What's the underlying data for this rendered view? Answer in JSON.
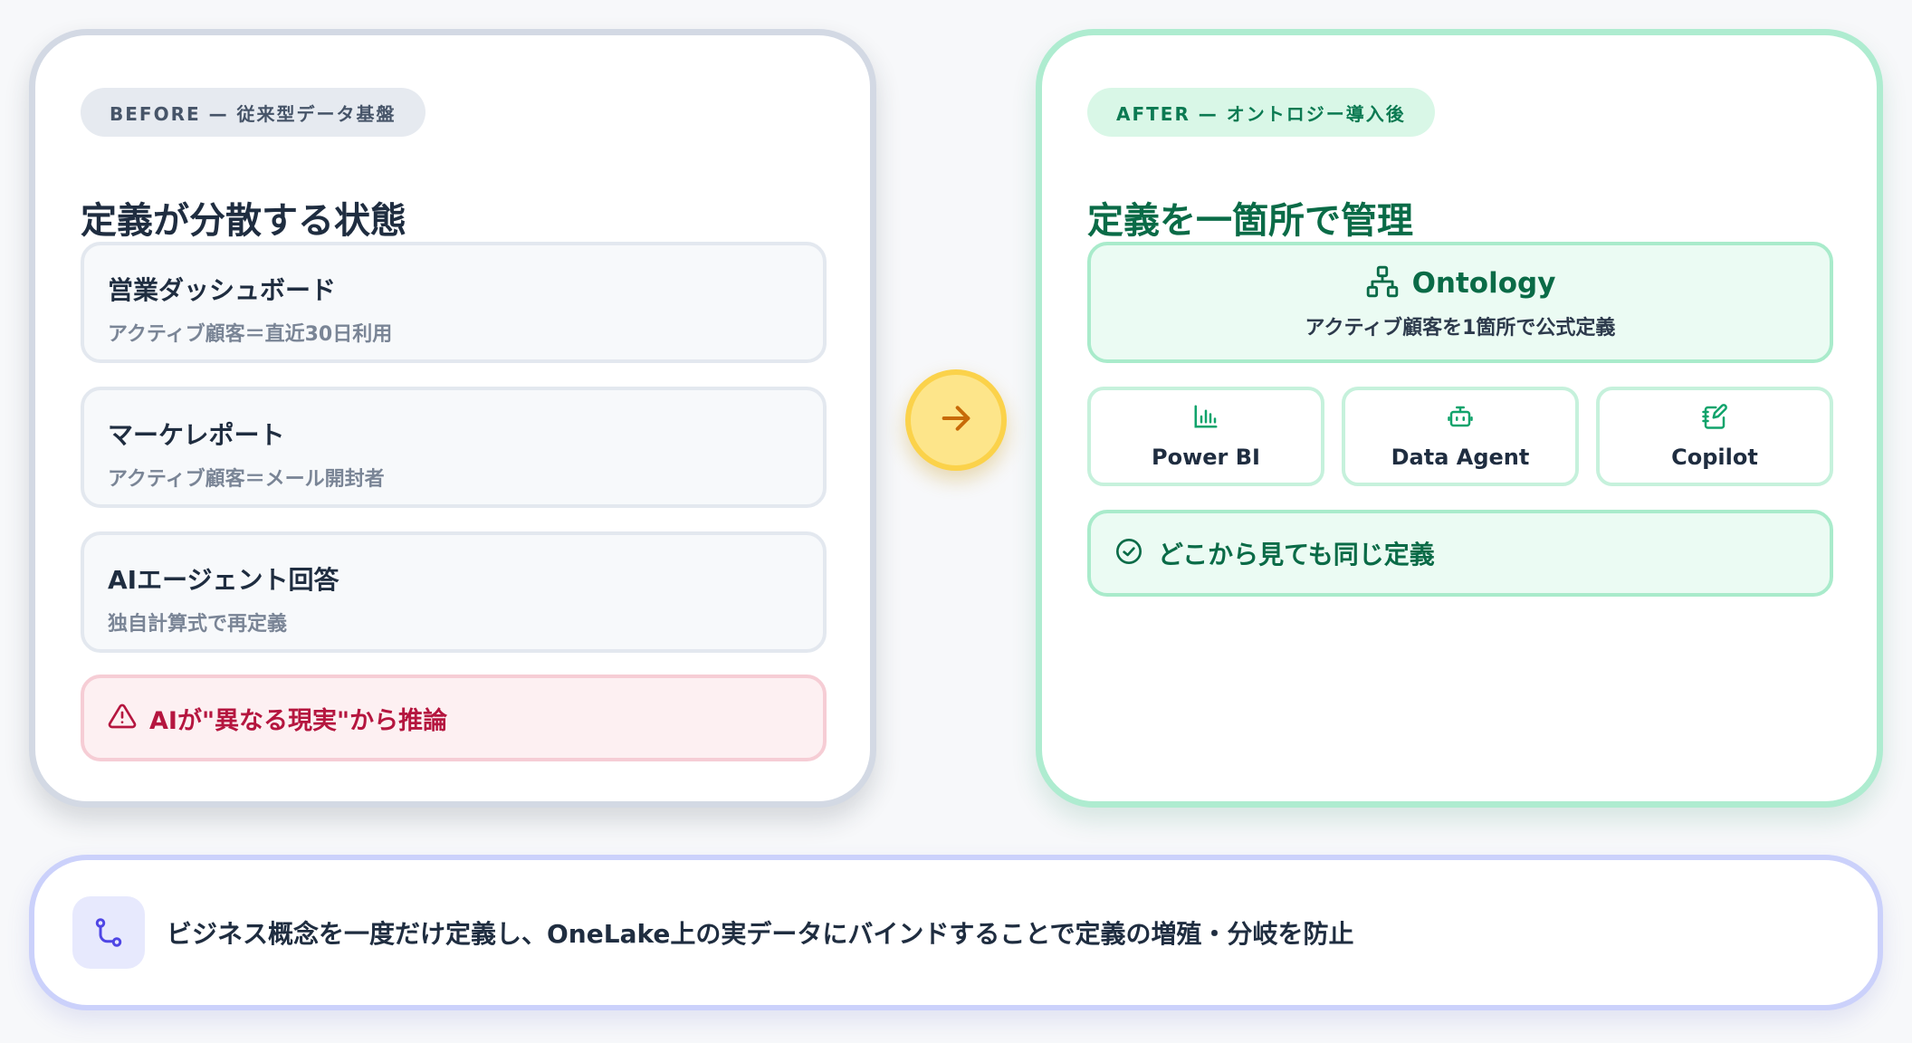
{
  "before": {
    "badge": "BEFORE — 従来型データ基盤",
    "title": "定義が分散する状態",
    "cards": [
      {
        "title": "営業ダッシュボード",
        "subtitle": "アクティブ顧客＝直近30日利用"
      },
      {
        "title": "マーケレポート",
        "subtitle": "アクティブ顧客＝メール開封者"
      },
      {
        "title": "AIエージェント回答",
        "subtitle": "独自計算式で再定義"
      }
    ],
    "alert": "AIが\"異なる現実\"から推論"
  },
  "after": {
    "badge": "AFTER — オントロジー導入後",
    "title": "定義を一箇所で管理",
    "ontology": {
      "name": "Ontology",
      "subtitle": "アクティブ顧客を1箇所で公式定義"
    },
    "tools": [
      {
        "label": "Power BI",
        "icon": "bar-chart-icon"
      },
      {
        "label": "Data Agent",
        "icon": "robot-icon"
      },
      {
        "label": "Copilot",
        "icon": "notebook-pen-icon"
      }
    ],
    "result": "どこから見ても同じ定義"
  },
  "summary": "ビジネス概念を一度だけ定義し、OneLake上の実データにバインドすることで定義の増殖・分岐を防止",
  "colors": {
    "before_border": "#d3d9e4",
    "after_border": "#aeecd0",
    "after_accent": "#0a6b47",
    "alert": "#b5163f",
    "arrow": "#fbd24a",
    "summary_border": "#cbd1fb",
    "summary_icon": "#4f46e5"
  }
}
